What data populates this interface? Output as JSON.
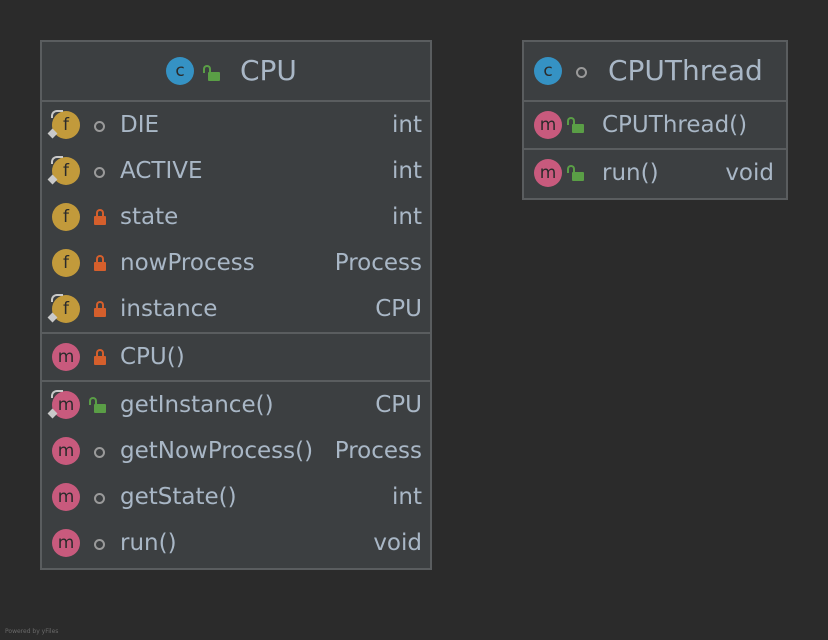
{
  "classes": {
    "cpu": {
      "name": "CPU",
      "header_icon": "class-c-icon",
      "header_visibility": "public",
      "fields": [
        {
          "name": "DIE",
          "type": "int",
          "visibility": "package",
          "static": true
        },
        {
          "name": "ACTIVE",
          "type": "int",
          "visibility": "package",
          "static": true
        },
        {
          "name": "state",
          "type": "int",
          "visibility": "private",
          "static": false
        },
        {
          "name": "nowProcess",
          "type": "Process",
          "visibility": "private",
          "static": false
        },
        {
          "name": "instance",
          "type": "CPU",
          "visibility": "private",
          "static": true
        }
      ],
      "constructors": [
        {
          "name": "CPU()",
          "type": "",
          "visibility": "private",
          "static": false
        }
      ],
      "methods": [
        {
          "name": "getInstance()",
          "type": "CPU",
          "visibility": "public",
          "static": true
        },
        {
          "name": "getNowProcess()",
          "type": "Process",
          "visibility": "package",
          "static": false
        },
        {
          "name": "getState()",
          "type": "int",
          "visibility": "package",
          "static": false
        },
        {
          "name": "run()",
          "type": "void",
          "visibility": "package",
          "static": false
        }
      ]
    },
    "cputhread": {
      "name": "CPUThread",
      "header_icon": "class-c-icon",
      "header_visibility": "package",
      "constructors": [
        {
          "name": "CPUThread()",
          "type": "",
          "visibility": "public",
          "static": false
        }
      ],
      "methods": [
        {
          "name": "run()",
          "type": "void",
          "visibility": "public",
          "static": false
        }
      ]
    }
  },
  "icons": {
    "class": "c",
    "field": "f",
    "method": "m"
  },
  "colors": {
    "background": "#2b2b2b",
    "panel": "#3c3f41",
    "border": "#5a5d5f",
    "text": "#a9b7c6",
    "class_badge": "#3592c4",
    "field_badge": "#c29a3b",
    "method_badge": "#c85a7d",
    "private_lock": "#d55f2c",
    "public_lock": "#5a9e46"
  },
  "footer": "Powered by yFiles"
}
